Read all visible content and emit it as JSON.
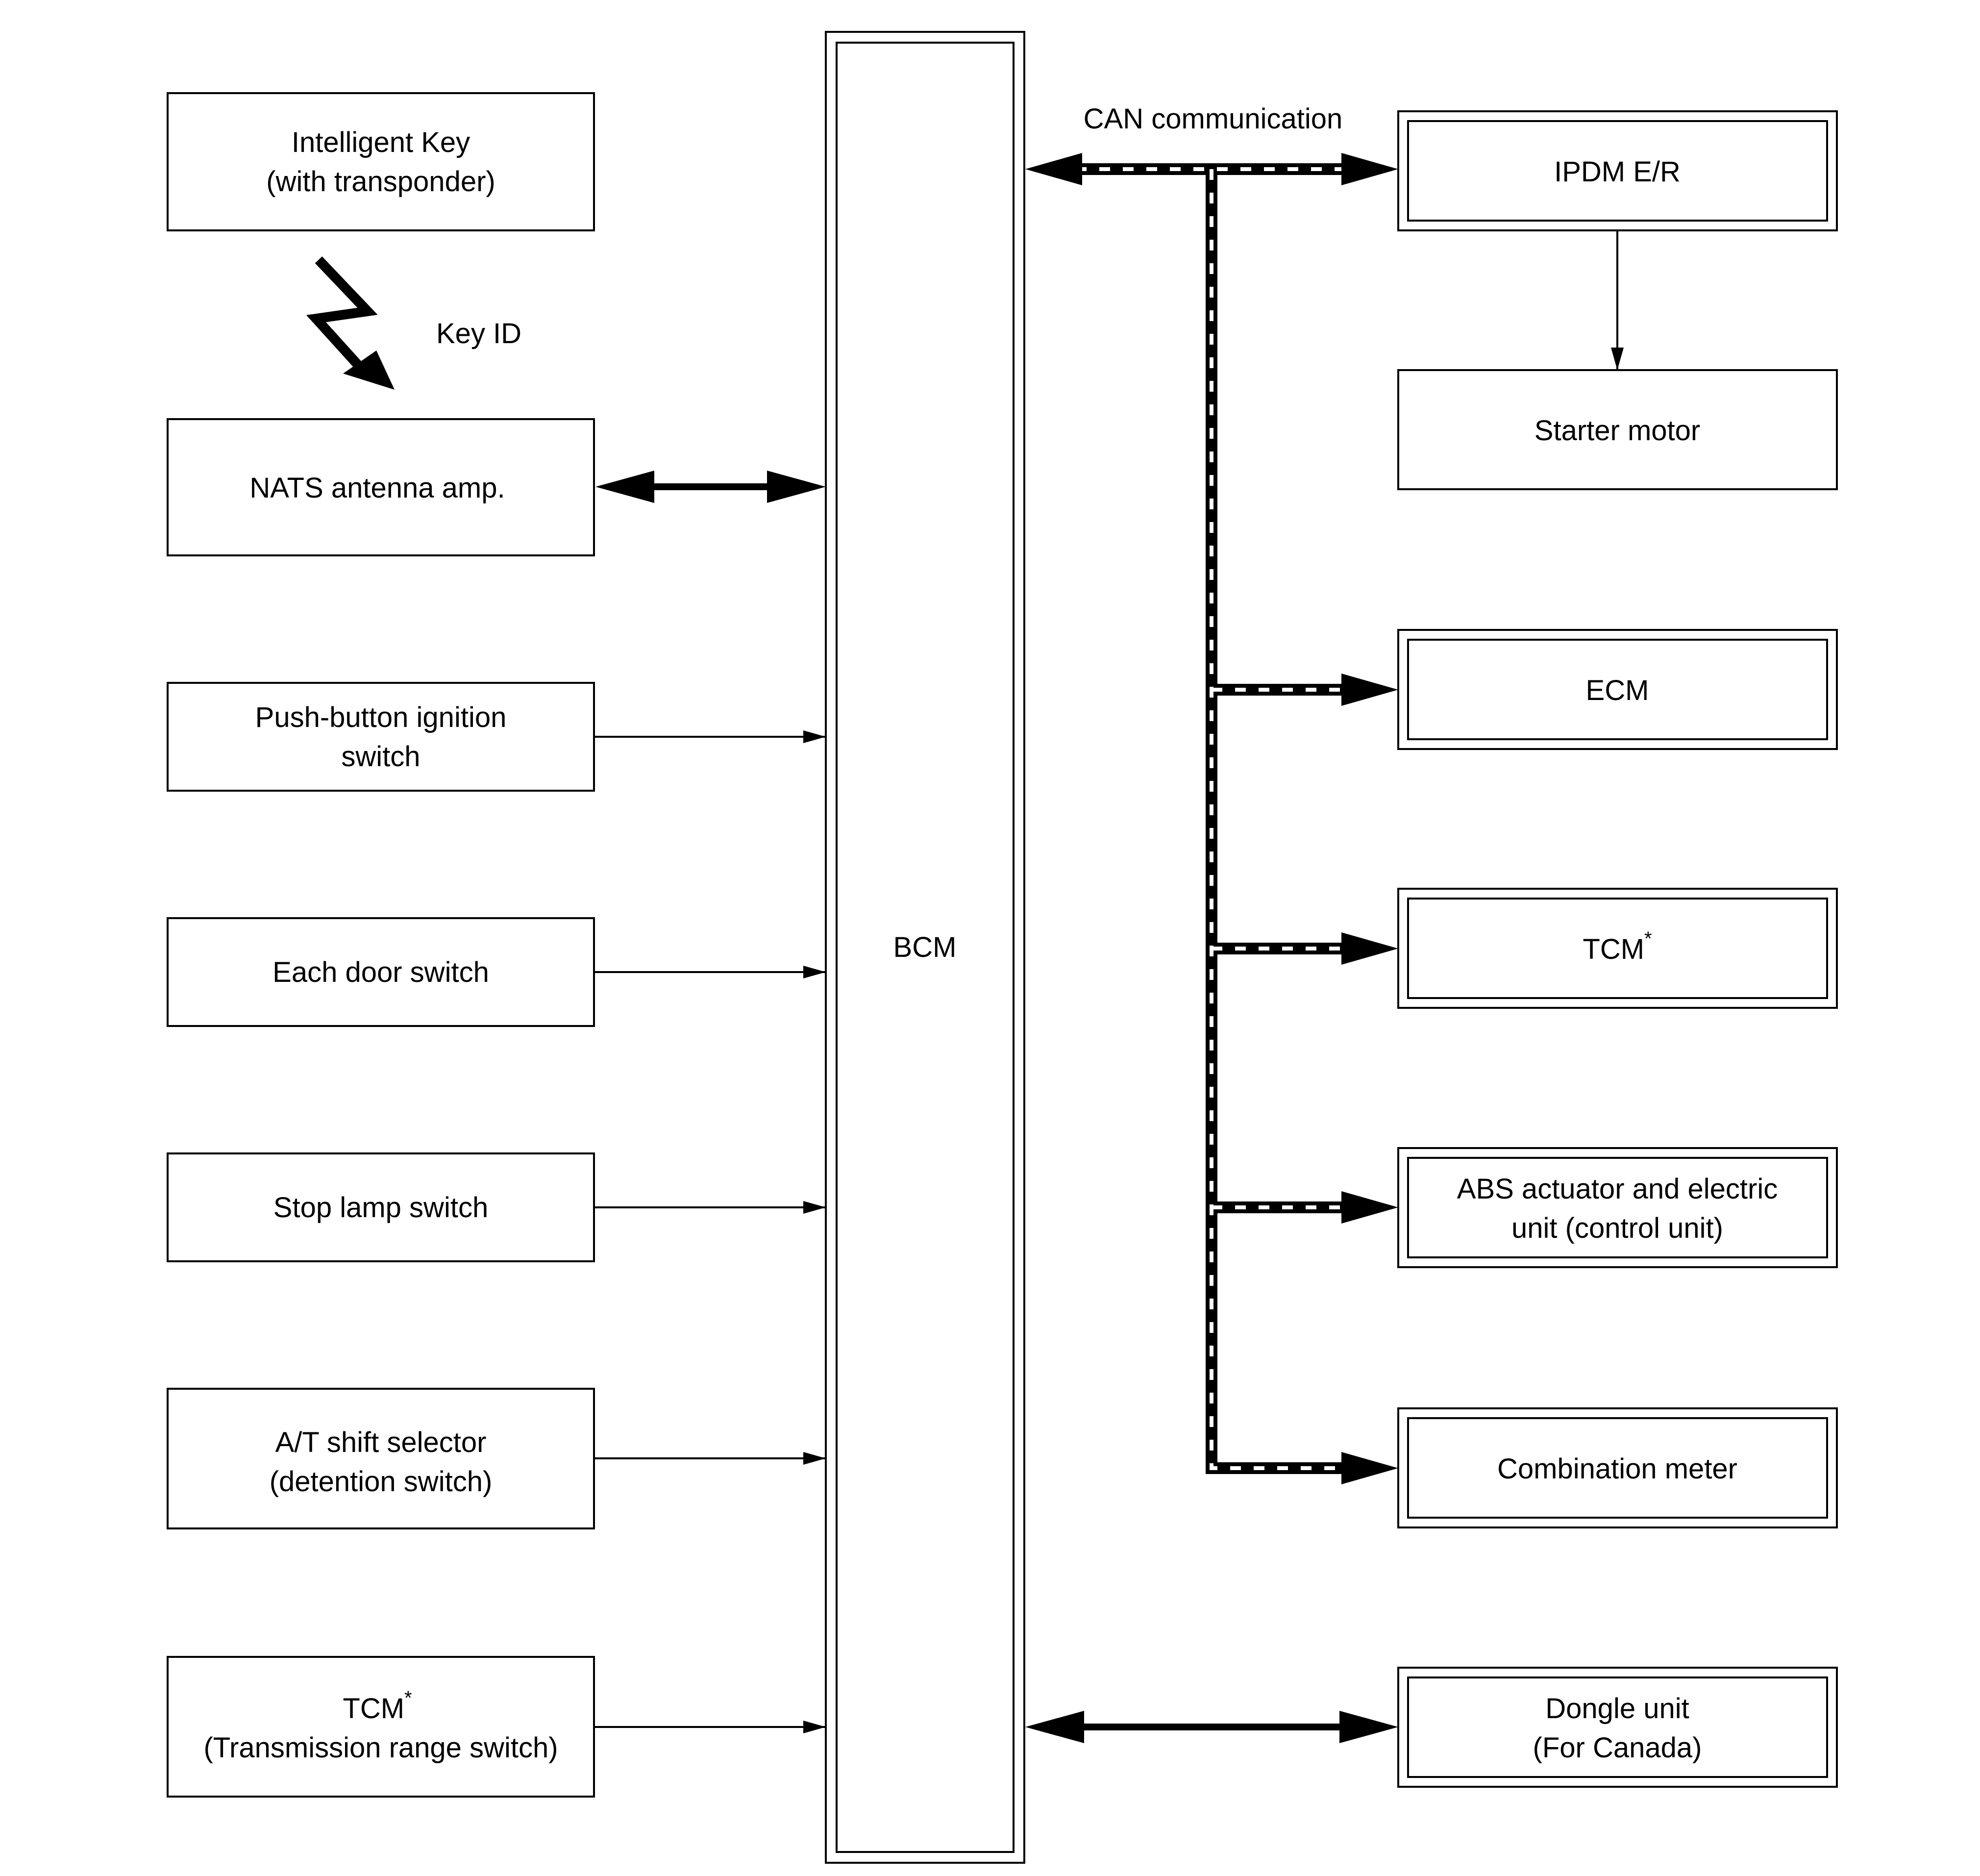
{
  "left_units": {
    "intelligent_key": [
      "Intelligent Key",
      "(with transponder)"
    ],
    "nats_antenna": [
      "NATS antenna amp."
    ],
    "push_button": [
      "Push-button ignition",
      "switch"
    ],
    "door_switch": [
      "Each door switch"
    ],
    "stop_lamp": [
      "Stop lamp switch"
    ],
    "shift_selector": [
      "A/T shift selector",
      "(detention switch)"
    ],
    "tcm_range": {
      "name": "TCM",
      "mark": "*",
      "line2": "(Transmission range switch)"
    }
  },
  "center_unit": "BCM",
  "right_units": {
    "ipdm": [
      "IPDM E/R"
    ],
    "starter": [
      "Starter motor"
    ],
    "ecm": [
      "ECM"
    ],
    "tcm": {
      "name": "TCM",
      "mark": "*"
    },
    "abs": [
      "ABS actuator and electric",
      "unit (control unit)"
    ],
    "combination_meter": [
      "Combination meter"
    ],
    "dongle": [
      "Dongle unit",
      "(For Canada)"
    ]
  },
  "labels": {
    "key_id": "Key ID",
    "can": "CAN communication"
  },
  "colors": {
    "line": "#000000",
    "background": "#ffffff"
  }
}
